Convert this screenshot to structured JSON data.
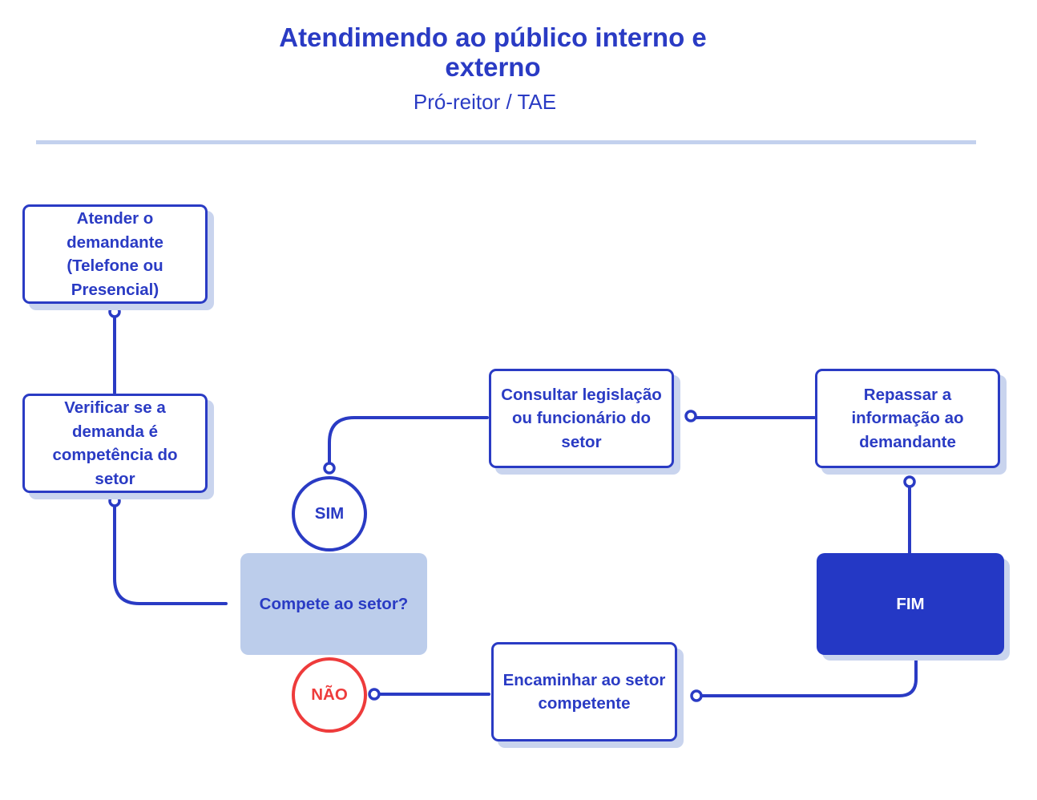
{
  "header": {
    "title": "Atendimendo ao público interno e externo",
    "subtitle": "Pró-reitor / TAE"
  },
  "nodes": {
    "atender": "Atender o demandante (Telefone ou Presencial)",
    "verificar": "Verificar se a demanda é competência do setor",
    "compete": "Compete ao setor?",
    "sim": "SIM",
    "nao": "NÃO",
    "consultar": "Consultar legislação ou funcionário do setor",
    "repassar": "Repassar a informação ao demandante",
    "encaminhar": "Encaminhar ao setor competente",
    "fim": "FIM"
  },
  "colors": {
    "primary": "#2a3bc4",
    "end_fill": "#2438c5",
    "decision_fill": "#bccdeb",
    "shadow": "#c9d4ee",
    "divider": "#c3d1ee",
    "negative": "#ee3b3b"
  }
}
